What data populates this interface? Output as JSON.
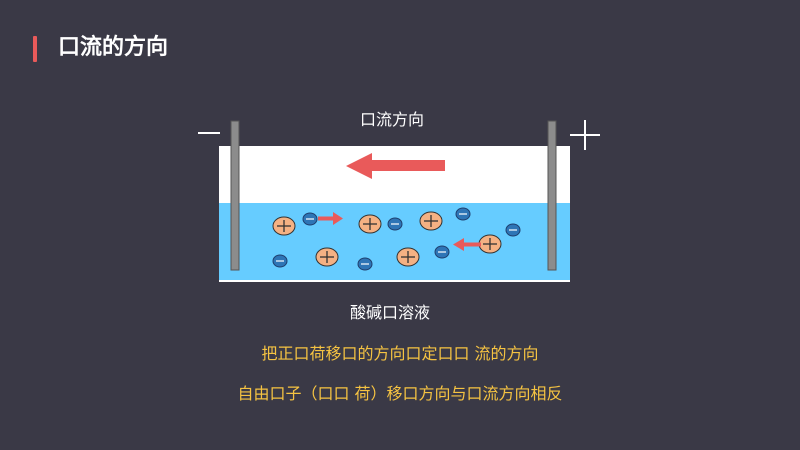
{
  "title": "口流的方向",
  "diagram": {
    "current_direction_label": "口流方向",
    "solution_label": "酸碱口溶液",
    "negative_electrode_icon": "minus-sign",
    "positive_electrode_icon": "plus-sign",
    "colors": {
      "background": "#3a3946",
      "accent": "#e95a5a",
      "solution": "#66ccff",
      "positive_ion": "#f4b183",
      "negative_ion": "#2e75b6",
      "explain_text": "#f5c342"
    }
  },
  "statements": [
    "把正口荷移口的方向口定口口 流的方向",
    "自由口子（口口 荷）移口方向与口流方向相反"
  ]
}
